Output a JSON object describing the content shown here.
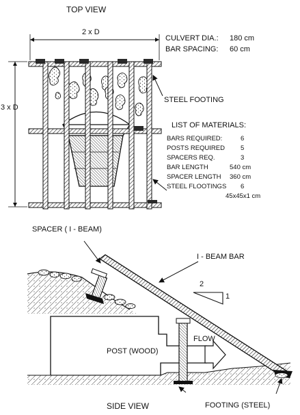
{
  "top_view": {
    "title": "TOP VIEW",
    "width_dim": "2 x D",
    "height_dim": "3 x D",
    "steel_footing": "STEEL FOOTING"
  },
  "specs": {
    "culvert_label": "CULVERT DIA.:",
    "culvert_value": "180 cm",
    "spacing_label": "BAR SPACING:",
    "spacing_value": "60 cm"
  },
  "materials": {
    "title": "LIST OF MATERIALS:",
    "items": [
      {
        "label": "BARS REQUIRED:",
        "value": "6"
      },
      {
        "label": "POSTS REQUIRED",
        "value": "5"
      },
      {
        "label": "SPACERS REQ.",
        "value": "3"
      },
      {
        "label": "BAR LENGTH",
        "value": "540 cm"
      },
      {
        "label": "SPACER LENGTH",
        "value": "360 cm"
      },
      {
        "label": "STEEL FLOOTINGS",
        "value": "6"
      }
    ],
    "footing_size": "45x45x1 cm"
  },
  "side_view": {
    "title": "SIDE VIEW",
    "spacer": "SPACER ( I - BEAM)",
    "ibeam_bar": "I - BEAM BAR",
    "flow": "FLOW",
    "post": "POST (WOOD)",
    "footing": "FOOTING (STEEL)",
    "slope_run": "2",
    "slope_rise": "1"
  }
}
